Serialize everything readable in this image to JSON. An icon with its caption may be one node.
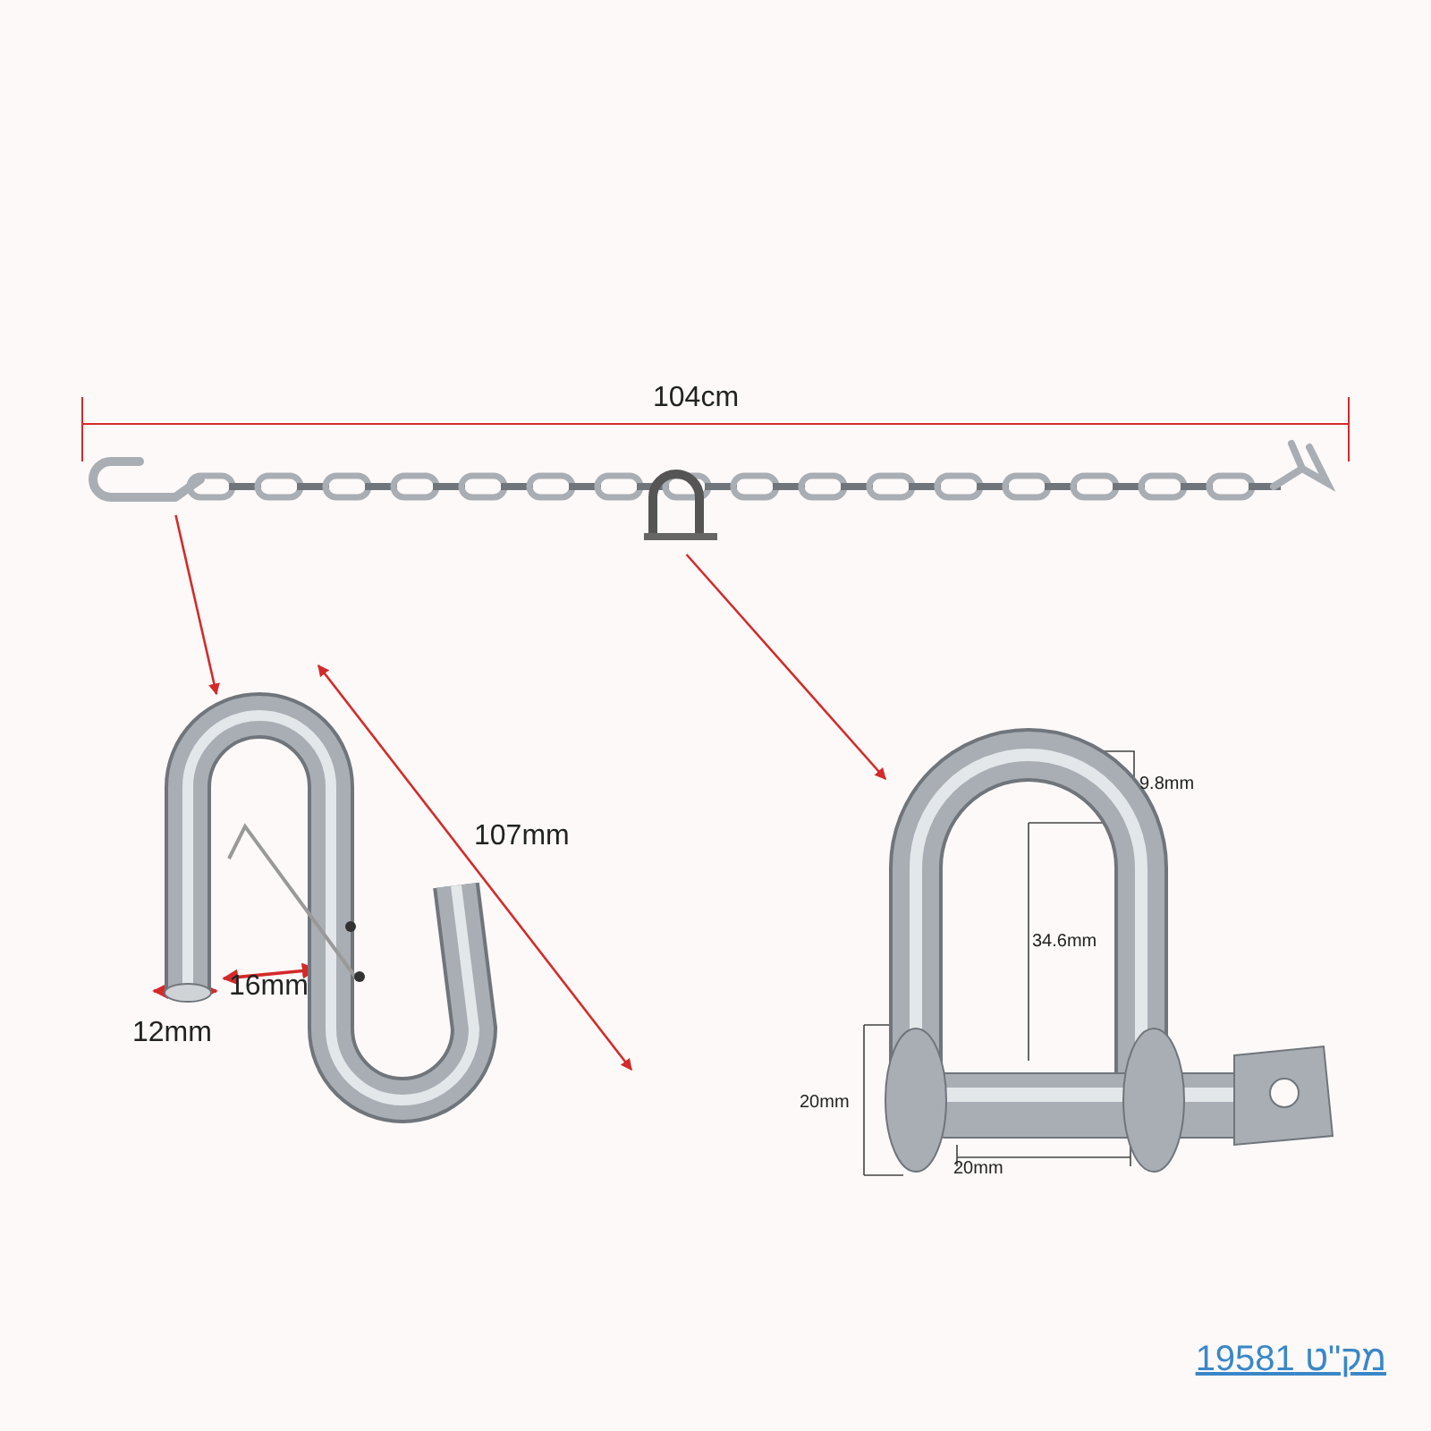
{
  "diagram": {
    "nodes": [
      {
        "text": [],
        "shape": "picture"
      },
      {
        "text": [],
        "shape": "picture"
      },
      {
        "text": [],
        "shape": "picture"
      },
      {
        "text": [],
        "shape": "picture"
      }
    ],
    "edges": [
      {
        "from": 0,
        "to": 2,
        "arrow": "to"
      },
      {
        "from": 1,
        "to": 3,
        "arrow": "to"
      }
    ],
    "labels": [
      "104cm",
      "107mm",
      "16mm",
      "12mm",
      "9.8mm",
      "34.6mm",
      "20mm",
      "20mm",
      "מק\"ט 19581"
    ]
  }
}
